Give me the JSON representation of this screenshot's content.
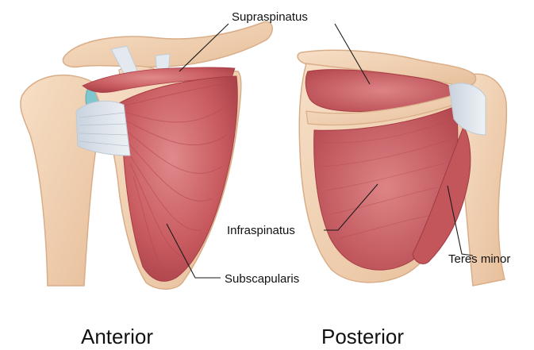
{
  "labels": {
    "supraspinatus": "Supraspinatus",
    "infraspinatus": "Infraspinatus",
    "subscapularis": "Subscapularis",
    "teres_minor": "Teres minor"
  },
  "views": {
    "anterior": "Anterior",
    "posterior": "Posterior"
  },
  "colors": {
    "bone": "#f2d2b4",
    "bone_edge": "#d9ad88",
    "muscle": "#c7585c",
    "muscle_dark": "#a83c44",
    "muscle_light": "#e0898a",
    "tendon": "#dfe6ee",
    "cartilage": "#7fc7cf"
  }
}
